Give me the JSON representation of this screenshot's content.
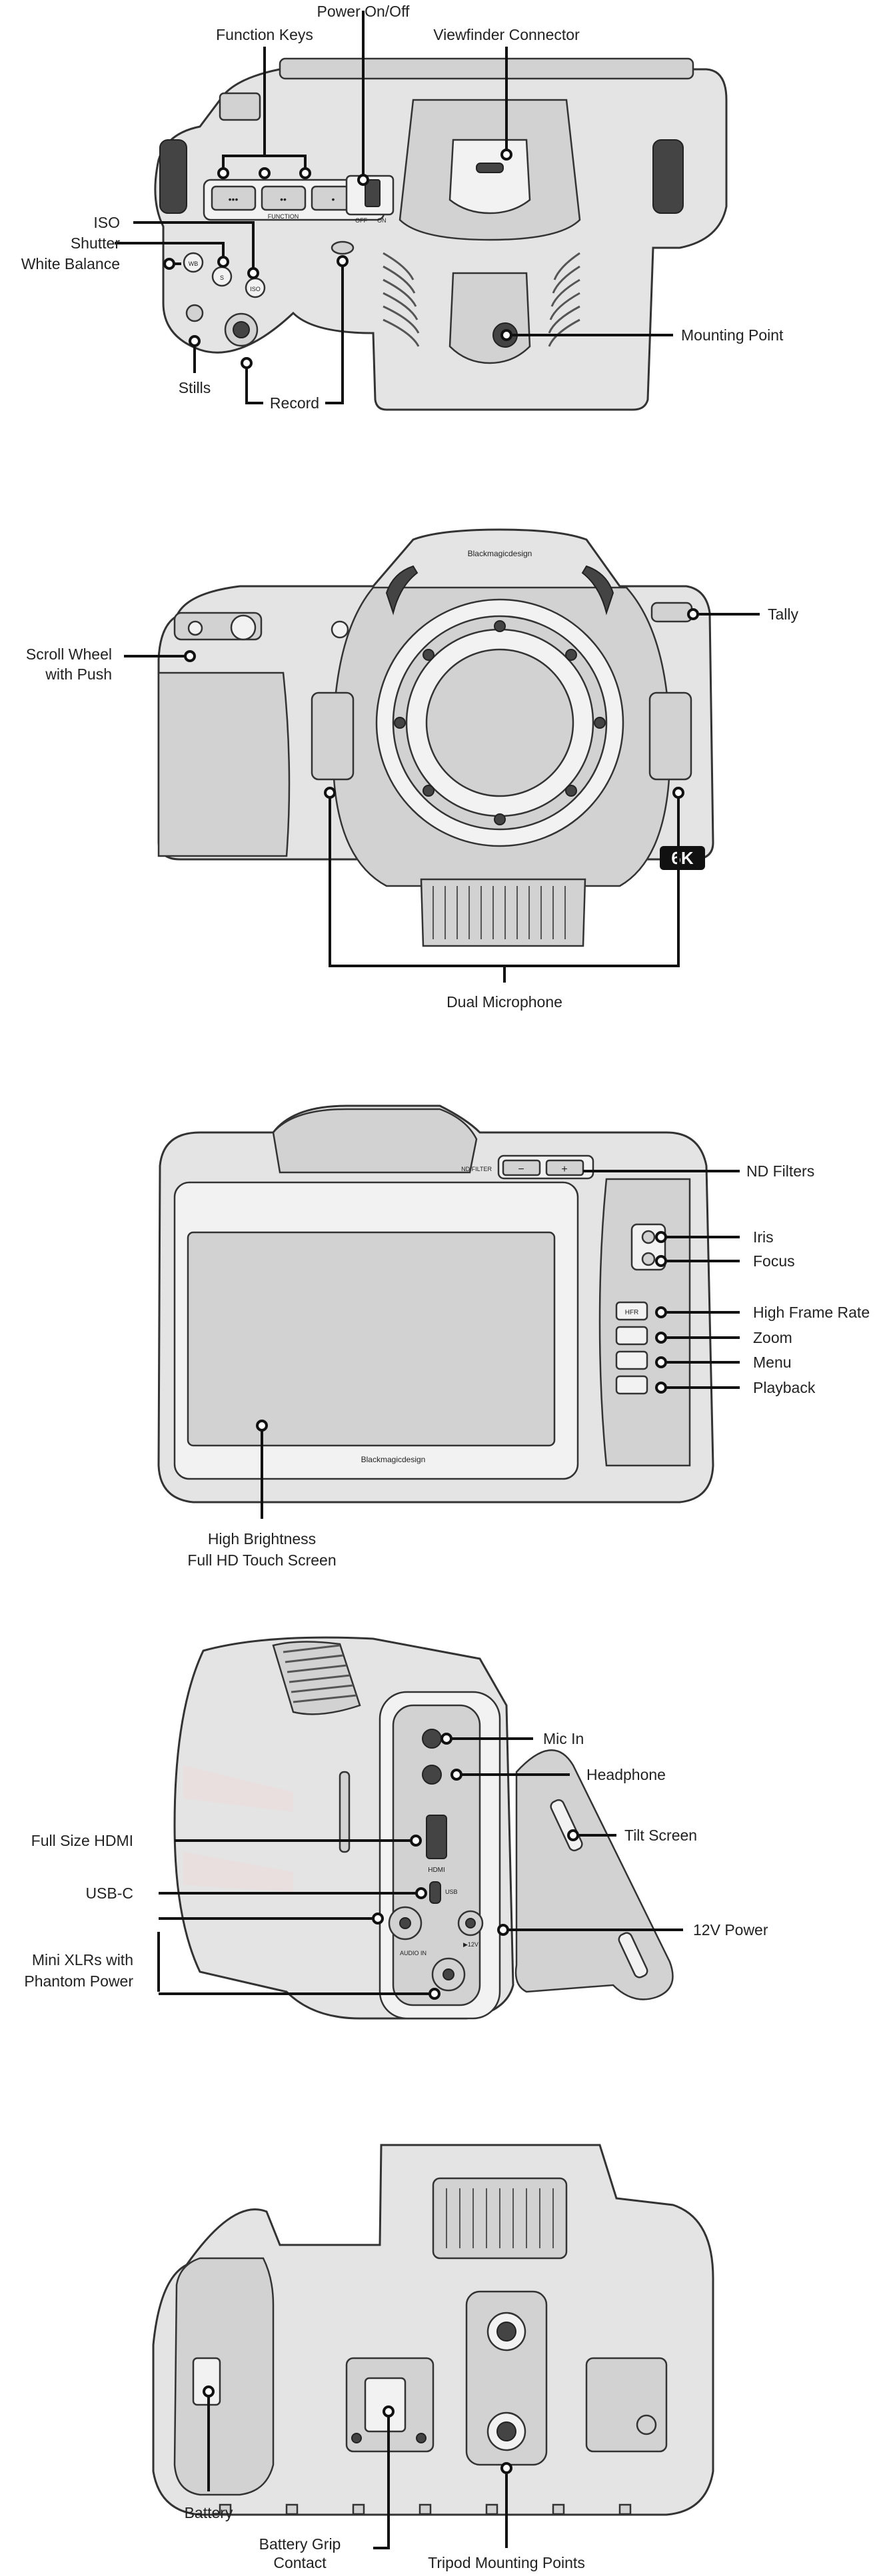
{
  "views": {
    "top": {
      "labels": {
        "power": "Power On/Off",
        "function_keys": "Function Keys",
        "viewfinder": "Viewfinder Connector",
        "iso": "ISO",
        "shutter": "Shutter",
        "white_balance": "White Balance",
        "mounting_point": "Mounting Point",
        "stills": "Stills",
        "record": "Record"
      },
      "camera_text": {
        "fn1": "•••",
        "fn2": "••",
        "fn3": "•",
        "function": "FUNCTION",
        "off": "OFF",
        "on": "ON",
        "wb": "WB",
        "s": "S",
        "iso": "ISO"
      }
    },
    "front": {
      "labels": {
        "tally": "Tally",
        "scroll_wheel_1": "Scroll Wheel",
        "scroll_wheel_2": "with Push",
        "dual_mic": "Dual Microphone"
      },
      "camera_text": {
        "brand": "Blackmagicdesign",
        "badge": "6K"
      }
    },
    "back": {
      "labels": {
        "nd": "ND Filters",
        "iris": "Iris",
        "focus": "Focus",
        "hfr": "High Frame Rate",
        "zoom": "Zoom",
        "menu": "Menu",
        "playback": "Playback",
        "screen_1": "High Brightness",
        "screen_2": "Full HD Touch Screen"
      },
      "camera_text": {
        "nd": "ND FILTER",
        "minus": "−",
        "plus": "+",
        "hfr": "HFR",
        "brand": "Blackmagicdesign"
      }
    },
    "side": {
      "labels": {
        "mic_in": "Mic In",
        "headphone": "Headphone",
        "tilt": "Tilt Screen",
        "hdmi": "Full Size HDMI",
        "usb": "USB-C",
        "power12": "12V Power",
        "xlr_1": "Mini XLRs with",
        "xlr_2": "Phantom Power"
      },
      "camera_text": {
        "hdmi": "HDMI",
        "usb": "USB",
        "audio_in": "AUDIO IN",
        "v12": "▶12V"
      }
    },
    "bottom": {
      "labels": {
        "battery": "Battery",
        "grip_1": "Battery Grip",
        "grip_2": "Contact",
        "tripod": "Tripod Mounting Points"
      }
    }
  }
}
